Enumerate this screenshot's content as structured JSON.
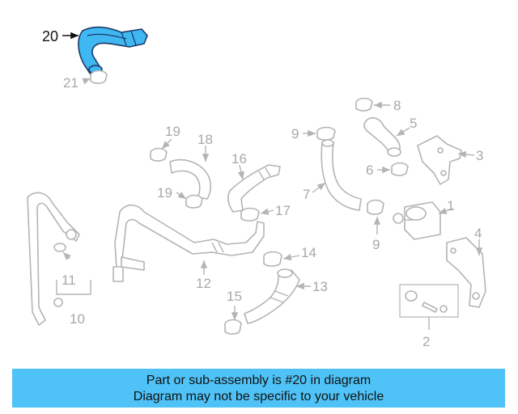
{
  "diagram": {
    "highlighted_part": "20",
    "highlight_color": "#3fb7f0",
    "part_labels": [
      "1",
      "2",
      "3",
      "4",
      "5",
      "6",
      "7",
      "8",
      "9",
      "9",
      "10",
      "11",
      "12",
      "13",
      "14",
      "15",
      "16",
      "17",
      "18",
      "19",
      "19",
      "20",
      "21"
    ]
  },
  "banner": {
    "line1": "Part or sub-assembly is #20 in diagram",
    "line2": "Diagram may not be specific to your vehicle",
    "background": "#4fc3f7"
  }
}
